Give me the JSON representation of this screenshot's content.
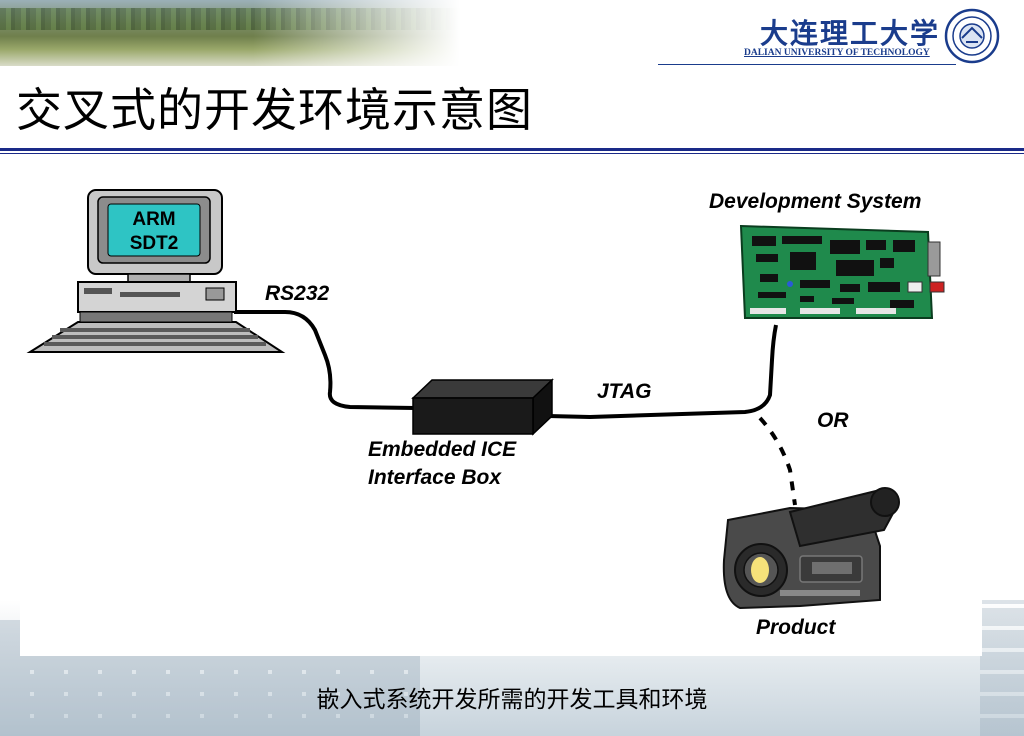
{
  "header": {
    "university_cn": "大连理工大学",
    "university_en": "DALIAN UNIVERSITY OF TECHNOLOGY"
  },
  "slide": {
    "title": "交叉式的开发环境示意图",
    "caption": "嵌入式系统开发所需的开发工具和环境"
  },
  "diagram": {
    "monitor_line1": "ARM",
    "monitor_line2": "SDT2",
    "link_rs232": "RS232",
    "box_line1": "Embedded ICE",
    "box_line2": "Interface Box",
    "link_jtag": "JTAG",
    "dev_system": "Development System",
    "or_label": "OR",
    "product": "Product"
  },
  "colors": {
    "title_rule": "#1a2a88",
    "logo_blue": "#1a3c8c",
    "monitor_screen": "#2ec4c4",
    "board_green": "#1f8a4c",
    "cable": "#000000"
  }
}
